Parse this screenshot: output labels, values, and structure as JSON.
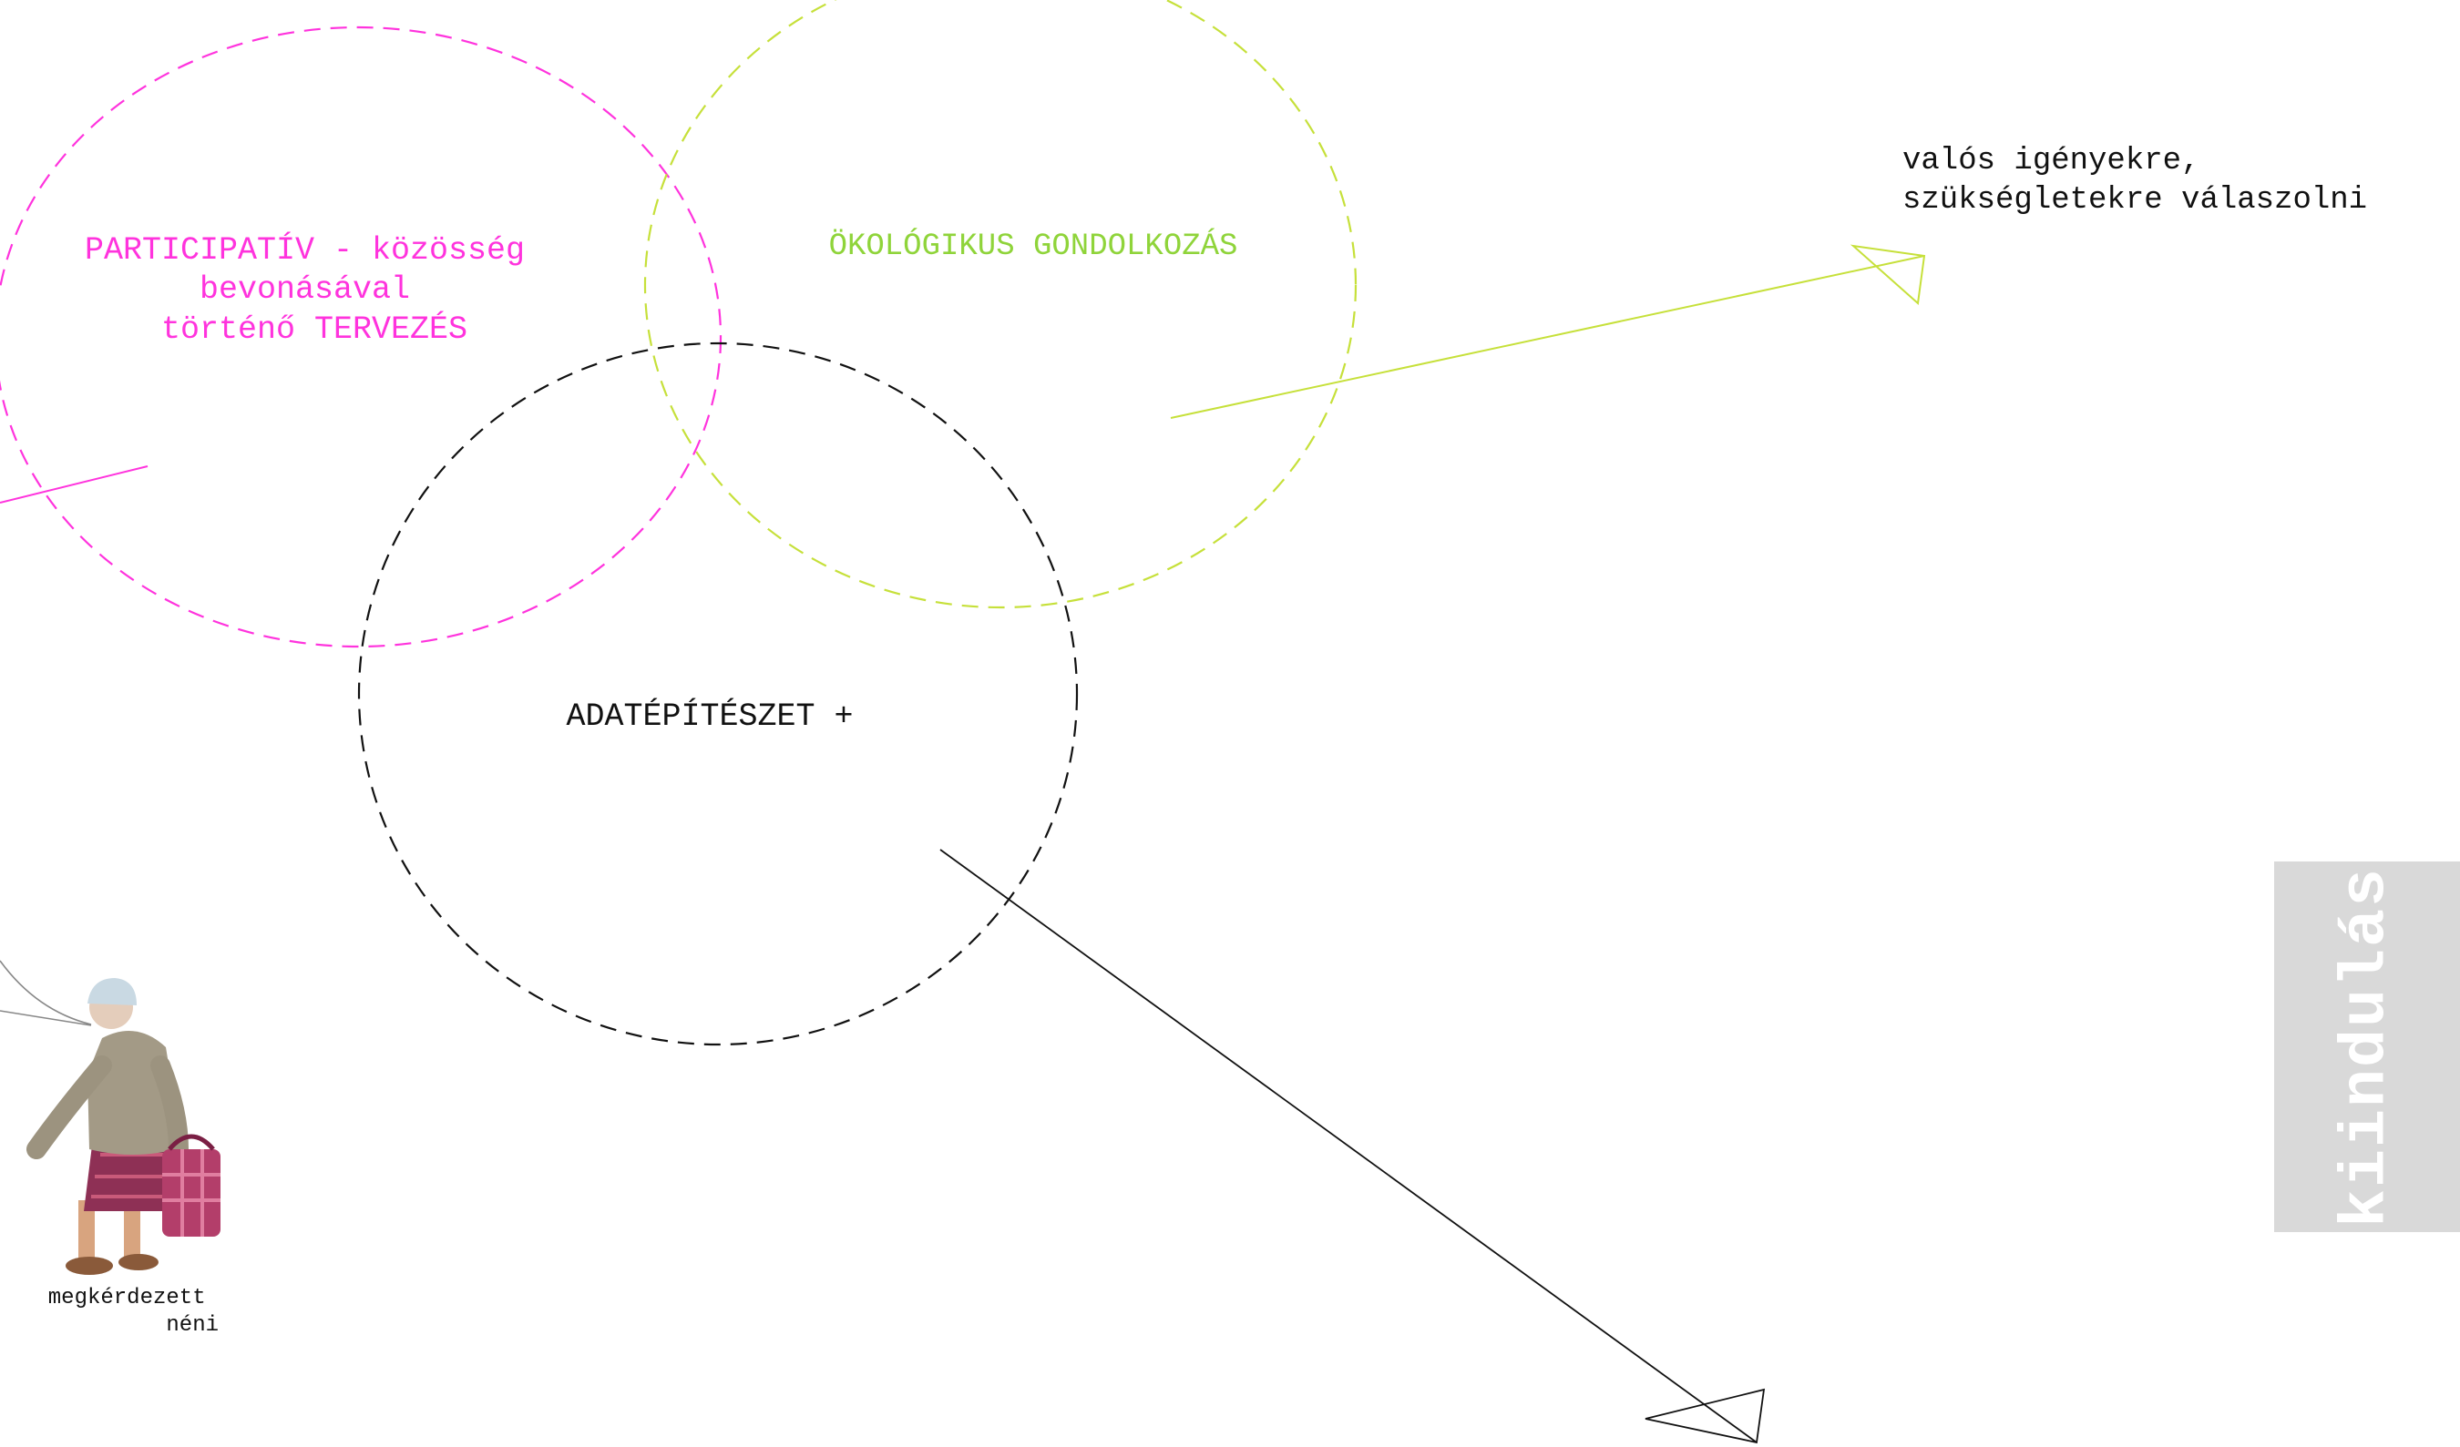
{
  "colors": {
    "magenta": "#ff33dd",
    "lime": "#c6e03a",
    "lime_text": "#8fd43a",
    "black": "#111111",
    "tab_bg": "#d9d9d9",
    "tab_text": "#ffffff"
  },
  "circles": {
    "participativ": {
      "label_lines": [
        "PARTICIPATÍV - közösség",
        "bevonásával",
        "történő TERVEZÉS"
      ]
    },
    "okologikus": {
      "label": "ÖKOLÓGIKUS GONDOLKOZÁS"
    },
    "adatepiteszet": {
      "label": "ADATÉPÍTÉSZET +"
    }
  },
  "annotation": {
    "lines": [
      "valós igényekre,",
      "szükségletekre válaszolni"
    ]
  },
  "figure": {
    "caption_lines": [
      "megkérdezett",
      "néni"
    ],
    "icon": "elderly-woman-with-bag"
  },
  "side_tab": {
    "label": "kiindulás"
  }
}
